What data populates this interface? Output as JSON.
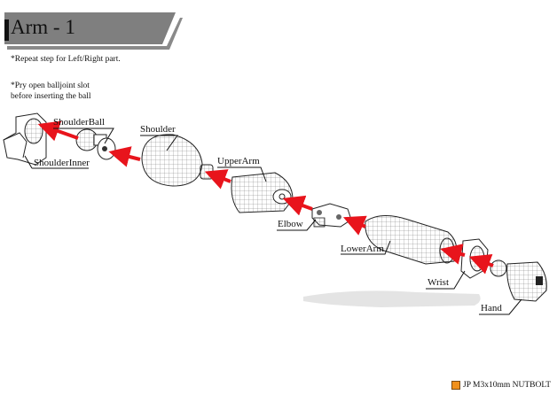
{
  "header": {
    "title": "Arm - 1",
    "banner_color": "#7f7f7f"
  },
  "notes": [
    "*Repeat step for Left/Right part.",
    "*Pry open balljoint slot",
    "before inserting the ball"
  ],
  "parts": {
    "shoulder_inner": "ShoulderInner",
    "shoulder_ball": "ShoulderBall",
    "shoulder": "Shoulder",
    "upper_arm": "UpperArm",
    "elbow": "Elbow",
    "lower_arm": "LowerArm",
    "wrist": "Wrist",
    "hand": "Hand"
  },
  "arrow_color": "#e8141c",
  "legend": {
    "label": "JP M3x10mm NUTBOLT",
    "swatch_color": "#f0901c"
  }
}
